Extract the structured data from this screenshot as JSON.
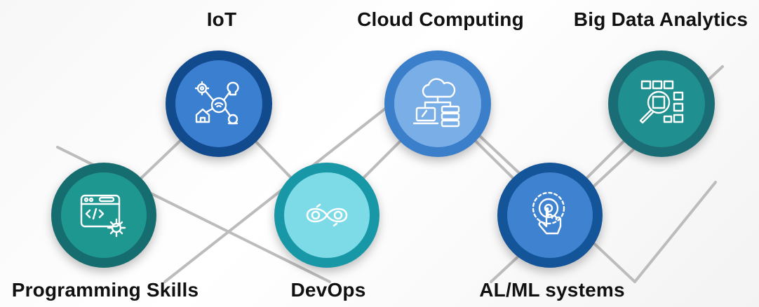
{
  "nodes": [
    {
      "id": "iot",
      "label": "IoT",
      "icon": "iot-network-icon",
      "outer": "#124a8e",
      "inner": "#3a7fd0"
    },
    {
      "id": "cloud",
      "label": "Cloud Computing",
      "icon": "cloud-server-icon",
      "outer": "#3b7ec9",
      "inner": "#79aee7"
    },
    {
      "id": "bigdata",
      "label": "Big Data Analytics",
      "icon": "magnifier-grid-icon",
      "outer": "#1a6c75",
      "inner": "#1f8f8f"
    },
    {
      "id": "programming",
      "label": "Programming Skills",
      "icon": "code-window-gear-icon",
      "outer": "#166d6f",
      "inner": "#1f9791"
    },
    {
      "id": "devops",
      "label": "DevOps",
      "icon": "devops-infinity-icon",
      "outer": "#1897a7",
      "inner": "#7cdbe7"
    },
    {
      "id": "aiml",
      "label": "AL/ML systems",
      "icon": "touch-target-icon",
      "outer": "#145599",
      "inner": "#3f82d0"
    }
  ],
  "colors": {
    "connector": "#bcbcbc",
    "label": "#111111"
  }
}
